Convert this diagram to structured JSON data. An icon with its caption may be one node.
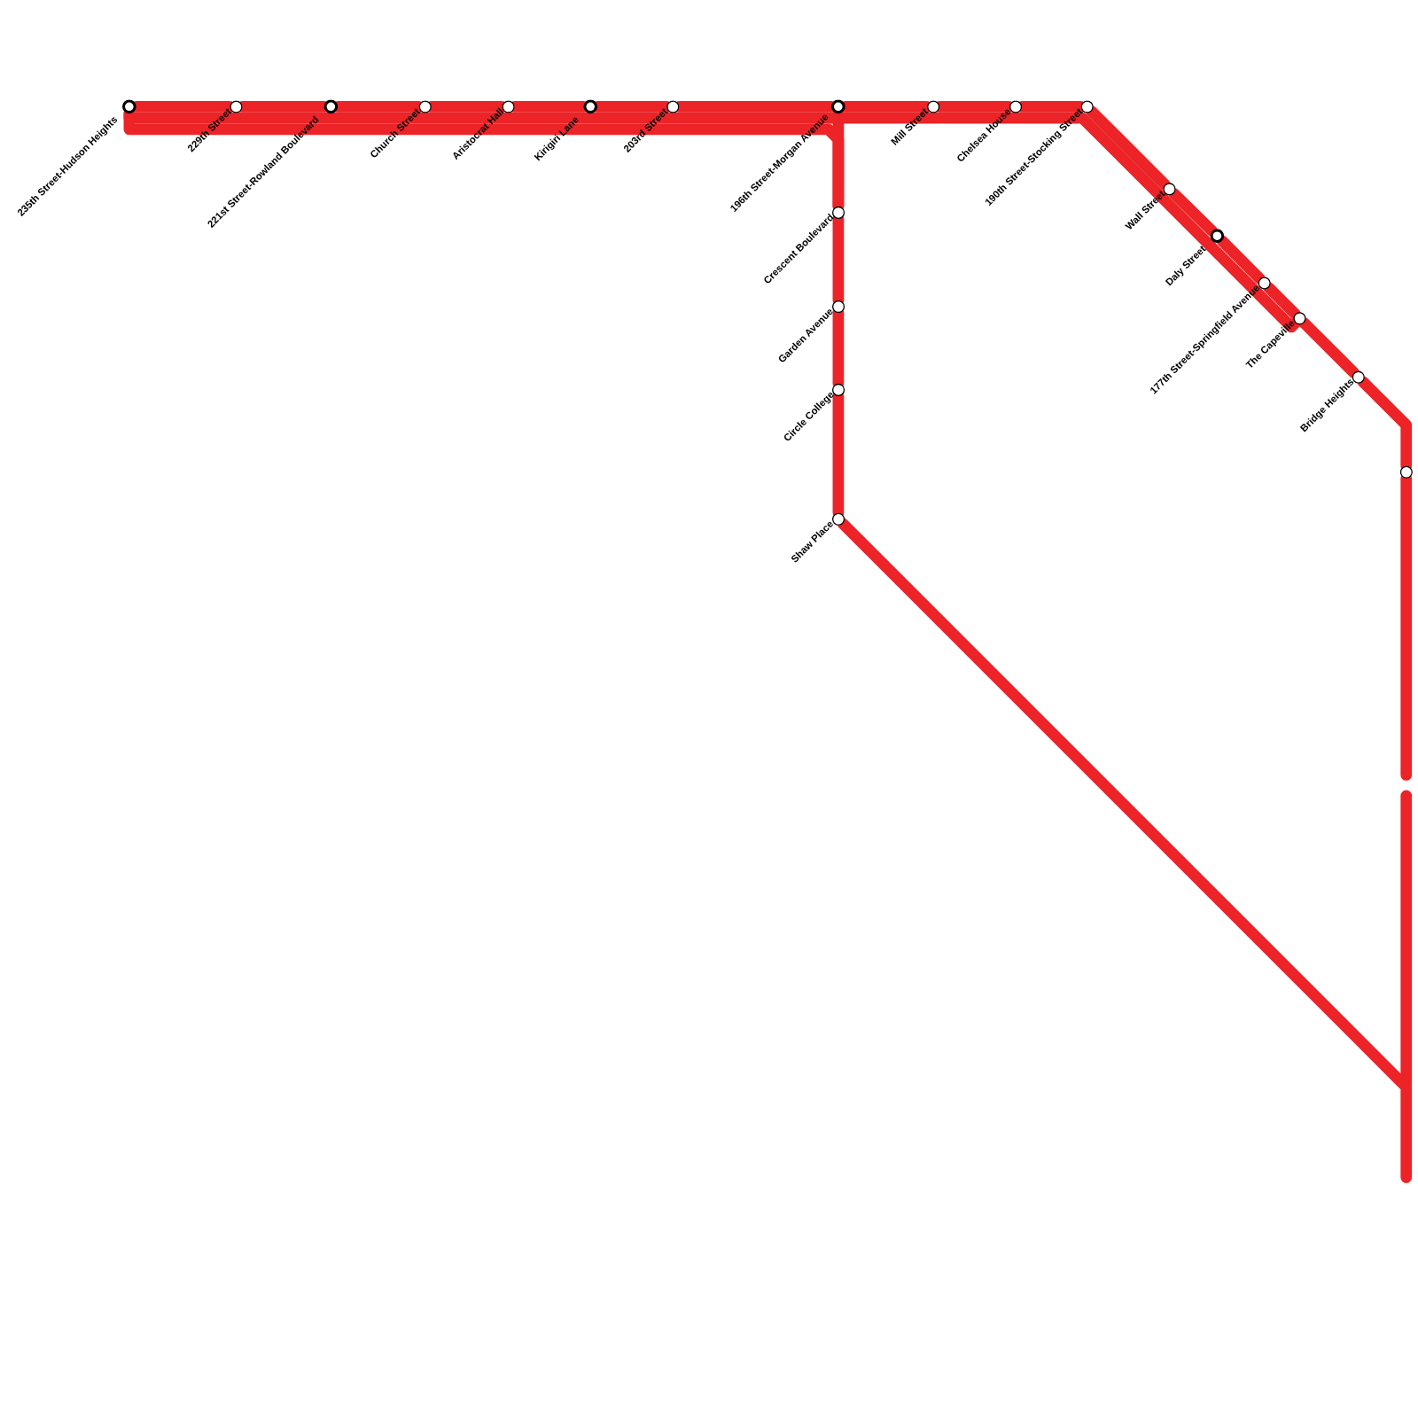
{
  "diagram": {
    "nodes": [
      {
        "text": [],
        "shape": "circle",
        "beside": [
          "235th Street-Hudson Heights"
        ]
      },
      {
        "text": [],
        "shape": "circle",
        "beside": [
          "229th Street"
        ]
      },
      {
        "text": [],
        "shape": "circle",
        "beside": [
          "221st Street-Rowland Boulevard"
        ]
      },
      {
        "text": [],
        "shape": "circle",
        "beside": [
          "Church Street"
        ]
      },
      {
        "text": [],
        "shape": "circle",
        "beside": [
          "Aristocrat Hall"
        ]
      },
      {
        "text": [],
        "shape": "circle",
        "beside": [
          "Kirigiri Lane"
        ]
      },
      {
        "text": [],
        "shape": "circle",
        "beside": [
          "203rd Street"
        ]
      },
      {
        "text": [],
        "shape": "circle",
        "beside": [
          "196th Street-Morgan Avenue"
        ]
      },
      {
        "text": [],
        "shape": "circle",
        "beside": [
          "Mill Street"
        ]
      },
      {
        "text": [],
        "shape": "circle",
        "beside": [
          "Chelsea House"
        ]
      },
      {
        "text": [],
        "shape": "circle",
        "beside": [
          "190th Street-Stocking Street"
        ]
      },
      {
        "text": [],
        "shape": "circle",
        "beside": [
          "Wall Street"
        ]
      },
      {
        "text": [],
        "shape": "circle",
        "beside": [
          "Daly Street"
        ]
      },
      {
        "text": [],
        "shape": "circle",
        "beside": [
          "177th Street-Springfield Avenue"
        ]
      },
      {
        "text": [],
        "shape": "circle",
        "beside": [
          "The Capeville"
        ]
      },
      {
        "text": [],
        "shape": "circle",
        "beside": [
          "Bridge Heights"
        ]
      },
      {
        "text": [],
        "shape": "circle"
      },
      {
        "text": [],
        "shape": "circle",
        "beside": [
          "Crescent Boulevard"
        ]
      },
      {
        "text": [],
        "shape": "circle",
        "beside": [
          "Garden Avenue"
        ]
      },
      {
        "text": [],
        "shape": "circle",
        "beside": [
          "Circle College"
        ]
      },
      {
        "text": [],
        "shape": "circle",
        "beside": [
          "Shaw Place"
        ]
      }
    ],
    "edges": [
      {
        "from": 0,
        "to": 1,
        "arrow": "none"
      },
      {
        "from": 1,
        "to": 2,
        "arrow": "none"
      },
      {
        "from": 2,
        "to": 3,
        "arrow": "none"
      },
      {
        "from": 3,
        "to": 4,
        "arrow": "none"
      },
      {
        "from": 4,
        "to": 5,
        "arrow": "none"
      },
      {
        "from": 5,
        "to": 6,
        "arrow": "none"
      },
      {
        "from": 6,
        "to": 7,
        "arrow": "none"
      },
      {
        "from": 7,
        "to": 8,
        "arrow": "none"
      },
      {
        "from": 8,
        "to": 9,
        "arrow": "none"
      },
      {
        "from": 9,
        "to": 10,
        "arrow": "none"
      },
      {
        "from": 10,
        "to": 11,
        "arrow": "none"
      },
      {
        "from": 11,
        "to": 12,
        "arrow": "none"
      },
      {
        "from": 12,
        "to": 13,
        "arrow": "none"
      },
      {
        "from": 13,
        "to": 14,
        "arrow": "none"
      },
      {
        "from": 14,
        "to": 15,
        "arrow": "none"
      },
      {
        "from": 15,
        "to": 16,
        "arrow": "none"
      },
      {
        "from": 16,
        "to": null,
        "arrow": "none"
      },
      {
        "from": 7,
        "to": 17,
        "arrow": "none"
      },
      {
        "from": 17,
        "to": 18,
        "arrow": "none"
      },
      {
        "from": 18,
        "to": 19,
        "arrow": "none"
      },
      {
        "from": 19,
        "to": 20,
        "arrow": "none"
      },
      {
        "from": 20,
        "to": null,
        "arrow": "none"
      },
      {
        "from": 0,
        "to": 14,
        "arrow": "none"
      },
      {
        "from": 0,
        "to": 17,
        "arrow": "none"
      }
    ]
  }
}
